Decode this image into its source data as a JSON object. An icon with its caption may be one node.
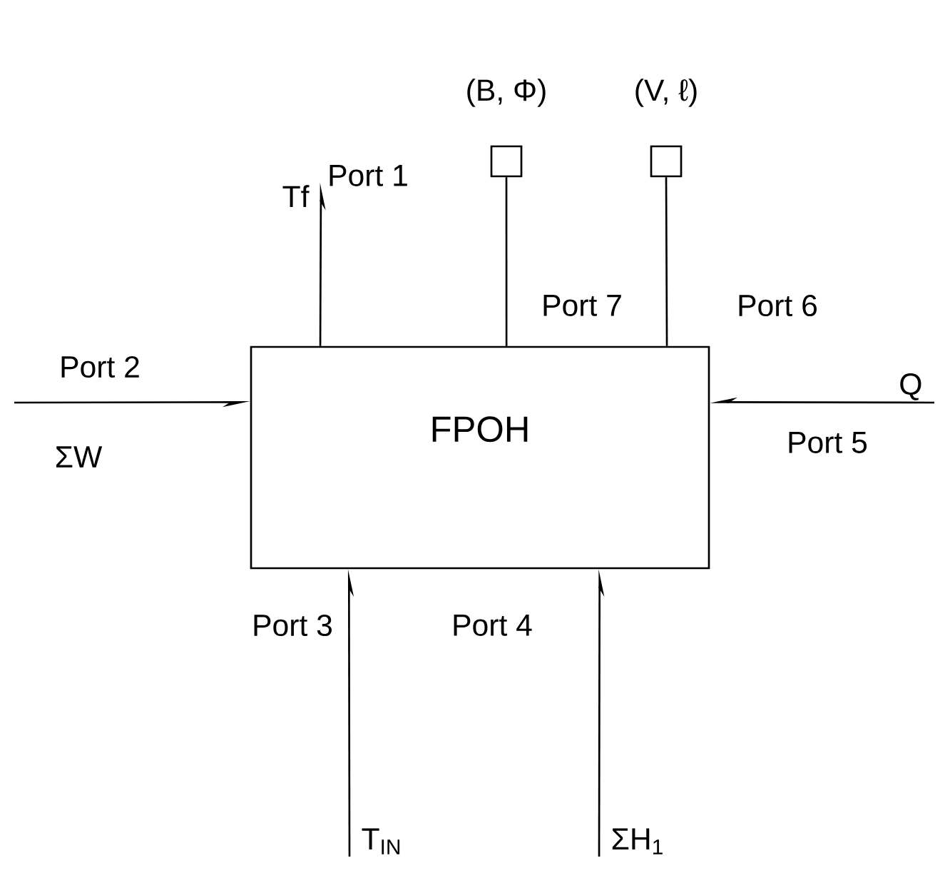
{
  "diagram": {
    "nodes": [
      {
        "text": [],
        "shape": "box",
        "beside": [
          "(B, Φ)"
        ]
      },
      {
        "text": [],
        "shape": "box",
        "beside": [
          "(V, ℓ)"
        ]
      },
      {
        "text": [
          "Tf"
        ]
      },
      {
        "text": [
          "FPOH"
        ]
      },
      {
        "text": [
          "Q"
        ]
      },
      {
        "text": [
          "T$_{IN}$"
        ]
      },
      {
        "text": [
          "ΣH$_{1}$"
        ]
      }
    ],
    "edges": [
      {
        "from": 3,
        "to": 2,
        "arrow": "to",
        "label": "Port 1"
      },
      {
        "from": null,
        "to": 3,
        "arrow": "to",
        "label": "Port 2"
      },
      {
        "from": 5,
        "to": 3,
        "arrow": "to",
        "label": "Port 3"
      },
      {
        "from": 6,
        "to": 3,
        "arrow": "to",
        "label": "Port 4"
      },
      {
        "from": 4,
        "to": 3,
        "arrow": "to",
        "label": "Port 5"
      },
      {
        "from": 3,
        "to": 1,
        "arrow": "none",
        "label": "Port 6"
      },
      {
        "from": 3,
        "to": 0,
        "arrow": "none",
        "label": "Port 7"
      }
    ],
    "labels": [
      "ΣW"
    ]
  }
}
